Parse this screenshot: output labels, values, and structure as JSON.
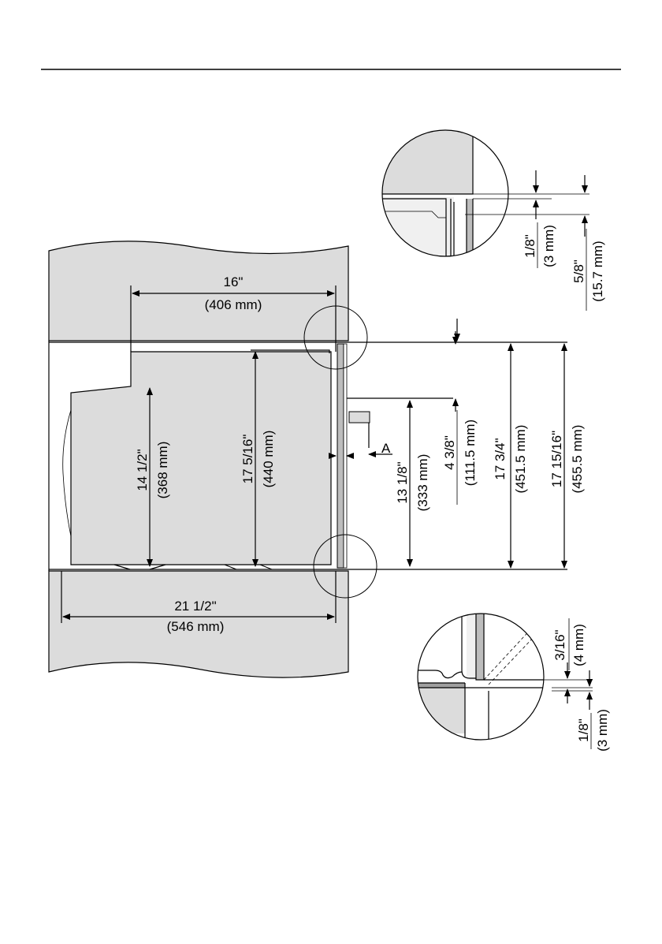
{
  "dimensions": {
    "depth_top": {
      "imperial": "16\"",
      "metric": "(406 mm)"
    },
    "depth_bottom": {
      "imperial": "21 1/2\"",
      "metric": "(546 mm)"
    },
    "h1": {
      "imperial": "14 1/2\"",
      "metric": "(368 mm)"
    },
    "h2": {
      "imperial": "17 5/16\"",
      "metric": "(440 mm)"
    },
    "h3": {
      "imperial": "13 1/8\"",
      "metric": "(333 mm)"
    },
    "h4": {
      "imperial": "4 3/8\"",
      "metric": "(111.5 mm)"
    },
    "h5": {
      "imperial": "17 3/4\"",
      "metric": "(451.5 mm)"
    },
    "h6": {
      "imperial": "17 15/16\"",
      "metric": "(455.5 mm)"
    },
    "detail_top_a": {
      "imperial": "1/8\"",
      "metric": "(3 mm)"
    },
    "detail_top_b": {
      "imperial": "5/8\"",
      "metric": "(15.7 mm)"
    },
    "detail_bottom_a": {
      "imperial": "3/16\"",
      "metric": "(4 mm)"
    },
    "detail_bottom_b": {
      "imperial": "1/8\"",
      "metric": "(3 mm)"
    }
  },
  "marker": "A"
}
